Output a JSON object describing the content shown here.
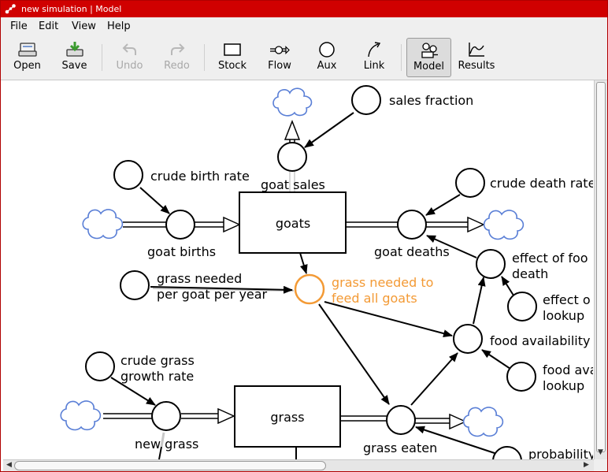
{
  "window": {
    "title": "new simulation | Model"
  },
  "menu": [
    {
      "label": "File"
    },
    {
      "label": "Edit"
    },
    {
      "label": "View"
    },
    {
      "label": "Help"
    }
  ],
  "toolbar": {
    "open": "Open",
    "save": "Save",
    "undo": "Undo",
    "redo": "Redo",
    "stock": "Stock",
    "flow": "Flow",
    "aux": "Aux",
    "link": "Link",
    "model": "Model",
    "results": "Results"
  },
  "model": {
    "stocks": {
      "goats": "goats",
      "grass": "grass"
    },
    "flows": {
      "goat_sales": "goat sales",
      "goat_births": "goat births",
      "goat_deaths": "goat deaths",
      "new_grass": "new grass",
      "grass_eaten": "grass eaten"
    },
    "aux": {
      "sales_fraction": "sales fraction",
      "crude_birth_rate": "crude birth rate",
      "crude_death_rate": "crude death rate",
      "effect_of_food_on_death_1": "effect of foo",
      "effect_of_food_on_death_2": "death",
      "effect_lookup_1": "effect o",
      "effect_lookup_2": "lookup",
      "grass_needed_per_goat_1": "grass needed",
      "grass_needed_per_goat_2": "per goat per year",
      "grass_needed_all_1": "grass needed to",
      "grass_needed_all_2": "feed all goats",
      "food_availability": "food availability",
      "food_avail_lookup_1": "food ava",
      "food_avail_lookup_2": "lookup",
      "crude_grass_growth_1": "crude grass",
      "crude_grass_growth_2": "growth rate",
      "probability": "probability"
    }
  },
  "colors": {
    "titlebar": "#d00000",
    "selected": "#f39a35",
    "cloud": "#5a7fd6"
  }
}
